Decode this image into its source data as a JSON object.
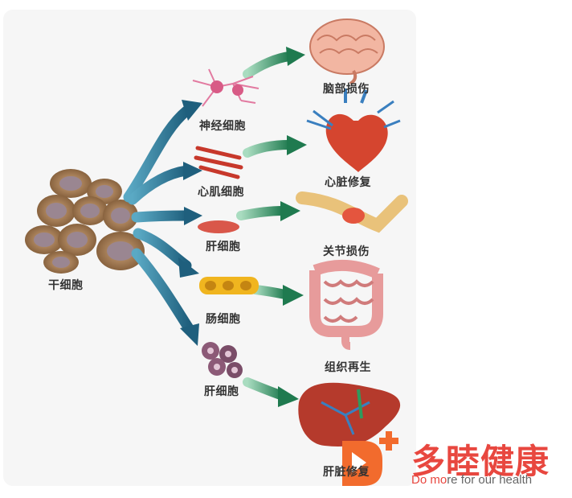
{
  "cells": {
    "stem": "干细胞",
    "nerve": "神经细胞",
    "cardiac": "心肌细胞",
    "liver_top": "肝细胞",
    "intestine": "肠细胞",
    "liver_bottom": "肝细胞"
  },
  "outcomes": {
    "brain": "脑部损伤",
    "heart": "心脏修复",
    "joint": "关节损伤",
    "tissue": "组织再生",
    "liver": "肝脏修复"
  },
  "brand": {
    "name": "多睦健康",
    "slogan_a": "Do mo",
    "slogan_b": "re for our health",
    "colors": {
      "primary": "#e8473f",
      "logo_orange": "#f26b2d"
    }
  },
  "colors": {
    "arrow_blue": "#1f6f8f",
    "arrow_green": "#1f7a4f"
  }
}
